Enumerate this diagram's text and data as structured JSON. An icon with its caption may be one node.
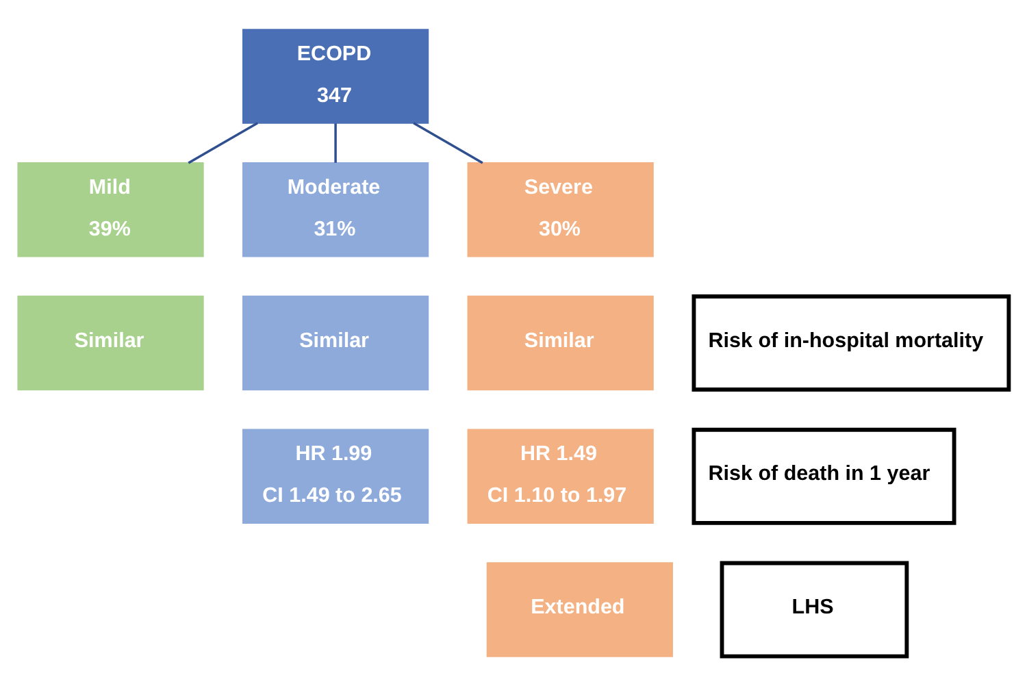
{
  "diagram": {
    "nodes": [
      {
        "text": [
          "ECOPD",
          "347"
        ]
      },
      {
        "text": [
          "Mild",
          "39%"
        ]
      },
      {
        "text": [
          "Moderate",
          "31%"
        ]
      },
      {
        "text": [
          "Severe",
          "30%"
        ]
      },
      {
        "text": [
          "Similar"
        ]
      },
      {
        "text": [
          "Similar"
        ]
      },
      {
        "text": [
          "Similar"
        ]
      },
      {
        "text": [
          "Risk of in-hospital mortality"
        ]
      },
      {
        "text": [
          "HR 1.99",
          "CI 1.49 to 2.65"
        ]
      },
      {
        "text": [
          "HR 1.49",
          "CI 1.10 to 1.97"
        ]
      },
      {
        "text": [
          "Risk of death in 1 year"
        ]
      },
      {
        "text": [
          "Extended"
        ]
      },
      {
        "text": [
          "LHS"
        ]
      }
    ],
    "edges": [
      {
        "from": 0,
        "to": 1,
        "arrow": "none"
      },
      {
        "from": 0,
        "to": 2,
        "arrow": "none"
      },
      {
        "from": 0,
        "to": 3,
        "arrow": "none"
      }
    ]
  }
}
